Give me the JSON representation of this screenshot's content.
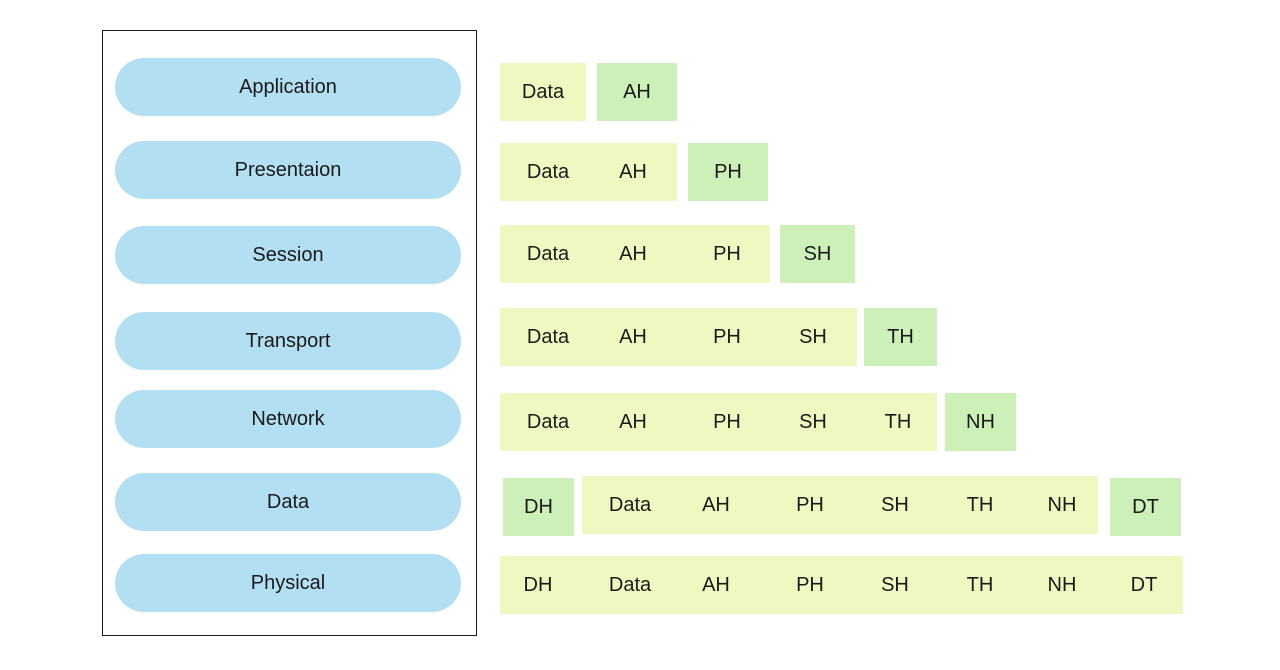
{
  "layers": [
    {
      "name": "Application"
    },
    {
      "name": "Presentaion"
    },
    {
      "name": "Session"
    },
    {
      "name": "Transport"
    },
    {
      "name": "Network"
    },
    {
      "name": "Data"
    },
    {
      "name": "Physical"
    }
  ],
  "rows": [
    {
      "payload": [
        "Data"
      ],
      "new_header": "AH"
    },
    {
      "payload": [
        "Data",
        "AH"
      ],
      "new_header": "PH"
    },
    {
      "payload": [
        "Data",
        "AH",
        "PH"
      ],
      "new_header": "SH"
    },
    {
      "payload": [
        "Data",
        "AH",
        "PH",
        "SH"
      ],
      "new_header": "TH"
    },
    {
      "payload": [
        "Data",
        "AH",
        "PH",
        "SH",
        "TH"
      ],
      "new_header": "NH"
    },
    {
      "leading_header": "DH",
      "payload": [
        "Data",
        "AH",
        "PH",
        "SH",
        "TH",
        "NH"
      ],
      "trailer": "DT"
    },
    {
      "payload": [
        "DH",
        "Data",
        "AH",
        "PH",
        "SH",
        "TH",
        "NH",
        "DT"
      ]
    }
  ],
  "colors": {
    "layer_fill": "#b3dff3",
    "payload_fill": "#f0f8c2",
    "header_fill": "#cdefb8",
    "frame_stroke": "#1a1a1a"
  }
}
